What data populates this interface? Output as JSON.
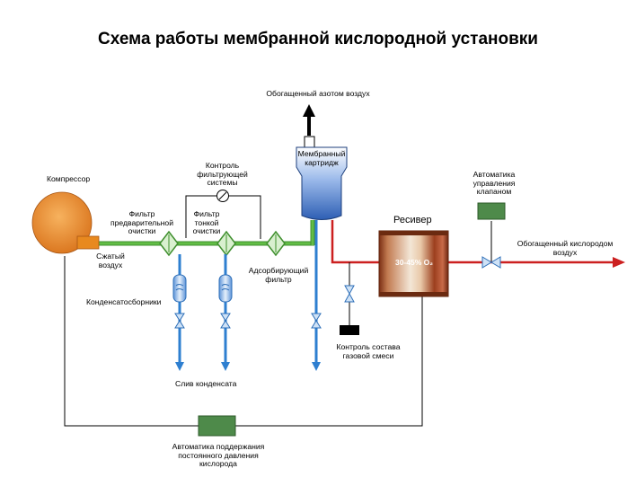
{
  "title": "Схема работы мембранной кислородной установки",
  "labels": {
    "nitrogen_air": "Обогащенный азотом воздух",
    "membrane": "Мембранный картридж",
    "compressor": "Компрессор",
    "filter_control": "Контроль фильтрующей системы",
    "pre_filter": "Фильтр предварительной очистки",
    "fine_filter": "Фильтр тонкой очистки",
    "compressed_air": "Сжатый воздух",
    "adsorb_filter": "Адсорбирующий фильтр",
    "condensate_collectors": "Конденсатосборники",
    "condensate_drain": "Слив конденсата",
    "receiver": "Ресивер",
    "o2_range": "30-45% O₂",
    "valve_automation": "Автоматика управления клапаном",
    "oxygen_air": "Обогащенный кислородом воздух",
    "gas_control": "Контроль состава газовой смеси",
    "pressure_automation": "Автоматика поддержания постоянного давления кислорода"
  },
  "colors": {
    "air_line": "#5ab53f",
    "water_line": "#2e7fd0",
    "oxygen_line": "#cc2020",
    "compressor": "#e98a2a",
    "control_box": "#4e8a4a",
    "receiver": "#b0603c",
    "membrane": "#3d6fc2",
    "black_box": "#000000"
  }
}
